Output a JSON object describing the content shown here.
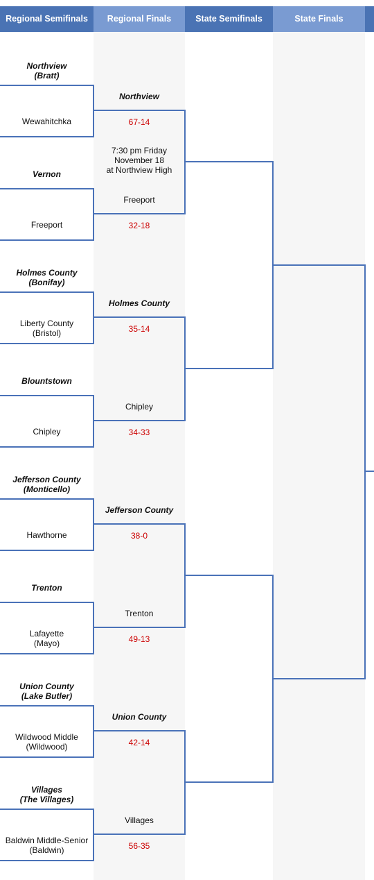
{
  "columns": [
    "Regional Semifinals",
    "Regional Finals",
    "State Semifinals",
    "State Finals"
  ],
  "colors": {
    "header_a": "#4a73b4",
    "header_b": "#7a9bd2",
    "column_bg": "#f6f6f6",
    "line": "#4a72b8",
    "score": "#cc0000"
  },
  "regional_semifinals": [
    {
      "winner": "Northview\n(Bratt)",
      "opponent": "Wewahitchka"
    },
    {
      "winner": "Vernon",
      "opponent": "Freeport"
    },
    {
      "winner": "Holmes County\n(Bonifay)",
      "opponent": "Liberty County\n(Bristol)"
    },
    {
      "winner": "Blountstown",
      "opponent": "Chipley"
    },
    {
      "winner": "Jefferson County\n(Monticello)",
      "opponent": "Hawthorne"
    },
    {
      "winner": "Trenton",
      "opponent": "Lafayette\n(Mayo)"
    },
    {
      "winner": "Union County\n(Lake Butler)",
      "opponent": "Wildwood Middle\n(Wildwood)"
    },
    {
      "winner": "Villages\n(The Villages)",
      "opponent": "Baldwin Middle-Senior\n(Baldwin)"
    }
  ],
  "regional_semifinal_scores": [
    "67-14",
    "32-18",
    "35-14",
    "34-33",
    "38-0",
    "49-13",
    "42-14",
    "56-35"
  ],
  "regional_finals": [
    {
      "top": "Northview",
      "bottom": "Freeport",
      "info": "7:30 pm Friday\nNovember 18\nat Northview High"
    },
    {
      "top": "Holmes County",
      "bottom": "Chipley",
      "info": ""
    },
    {
      "top": "Jefferson County",
      "bottom": "Trenton",
      "info": ""
    },
    {
      "top": "Union County",
      "bottom": "Villages",
      "info": ""
    }
  ]
}
